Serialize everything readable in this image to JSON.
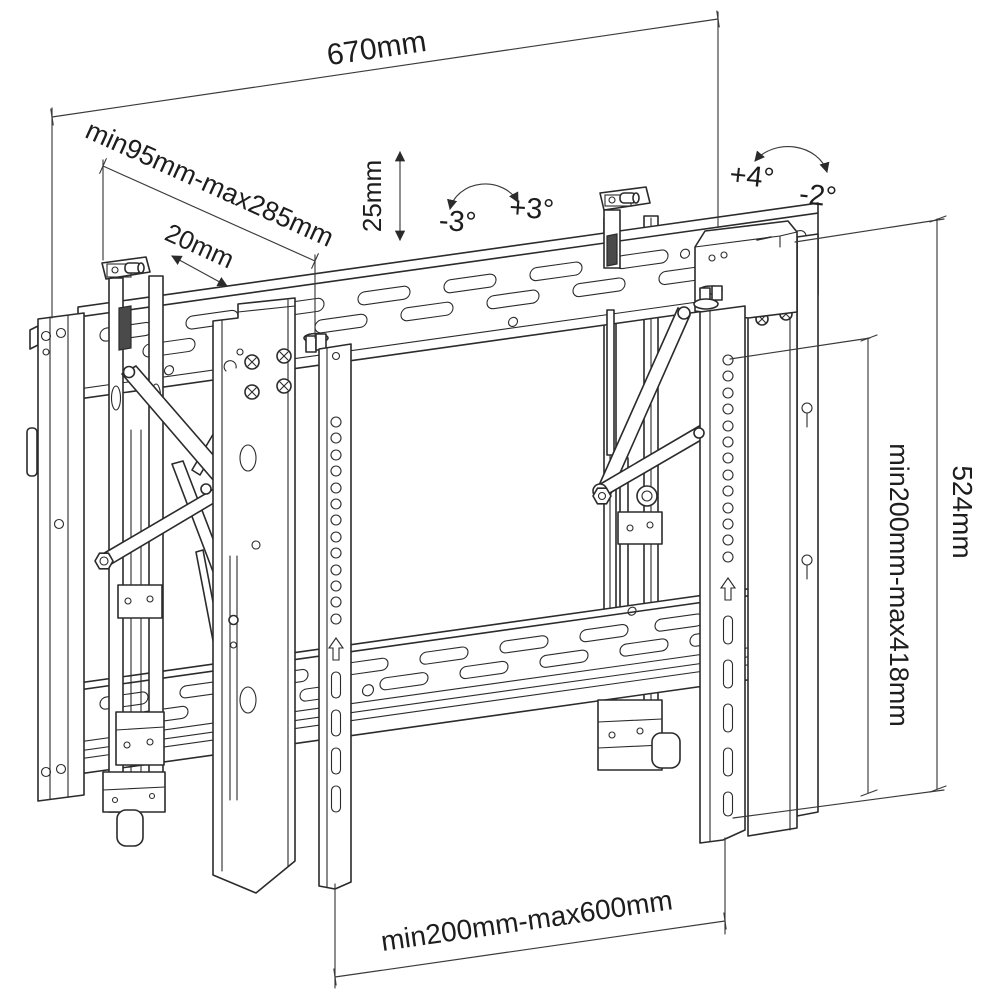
{
  "figure": {
    "type": "technical-drawing",
    "subject": "Pop-out video wall TV mount dimensional diagram",
    "background_color": "#ffffff",
    "line_color": "#2b2b2b"
  },
  "dimensions": {
    "overall_width": "670mm",
    "extension_range": "min95mm-max285mm",
    "wall_plate_depth": "20mm",
    "height_adjustment": "25mm",
    "tilt_minus": "-3°",
    "tilt_plus": "+3°",
    "swing_plus": "+4°",
    "swing_minus": "-2°",
    "vesa_height_range": "min200mm-max418mm",
    "overall_height": "524mm",
    "vesa_width_range": "min200mm-max600mm"
  }
}
